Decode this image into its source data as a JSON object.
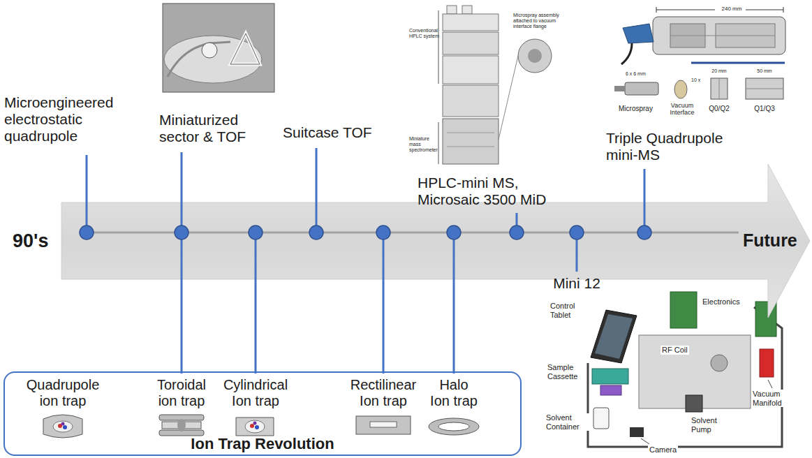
{
  "diagram": {
    "nodes": [
      {
        "text": [
          "90's",
          "Future"
        ]
      },
      {
        "text": [
          "Ion Trap Revolution"
        ]
      }
    ],
    "labels": [
      "Microengineered electrostatic quadrupole",
      "Miniaturized sector & TOF",
      "Suitcase TOF",
      "HPLC-mini MS, Microsaic 3500 MiD",
      "Triple Quadrupole mini-MS",
      "Quadrupole ion trap",
      "Toroidal ion trap",
      "Cylindrical Ion trap",
      "Rectilinear Ion trap",
      "Halo Ion trap",
      "Mini 12",
      "Conventional HPLC system",
      "Microspray assembly attached to vacuum interface flange",
      "Miniature mass spectrometer",
      "240 mm",
      "6 x 6 mm",
      "10 x",
      "20 mm",
      "50 mm",
      "Microspray",
      "Vacuum Interface",
      "Q0/Q2",
      "Q1/Q3",
      "Control Tablet",
      "Electronics",
      "Sample Cassette",
      "RF Coil",
      "Solvent Container",
      "Camera",
      "Solvent Pump",
      "Vacuum Manifold"
    ]
  }
}
